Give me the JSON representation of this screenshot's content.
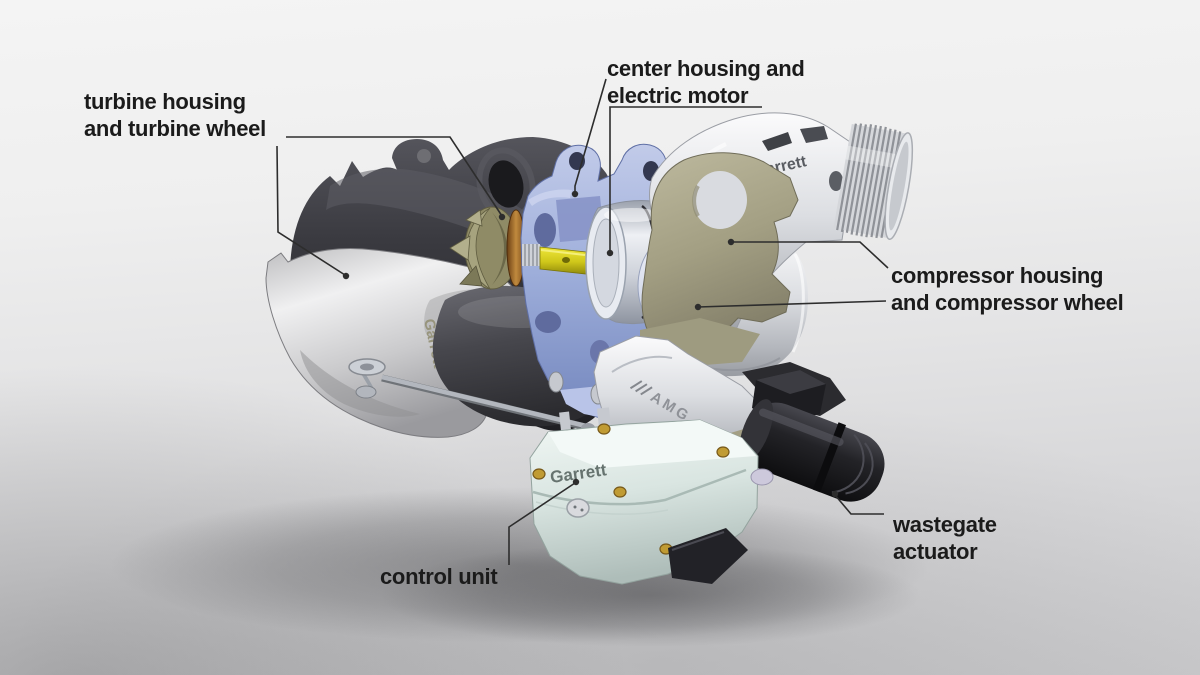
{
  "diagram": {
    "subject": "electric exhaust gas turbocharger cutaway"
  },
  "labels": {
    "turbine": {
      "line1": "turbine housing",
      "line2": "and turbine wheel"
    },
    "center_housing": {
      "line1": "center housing and",
      "line2": "electric motor"
    },
    "compressor": {
      "line1": "compressor housing",
      "line2": "and compressor wheel"
    },
    "wastegate": {
      "line1": "wastegate",
      "line2": "actuator"
    },
    "control_unit": {
      "line1": "control unit"
    }
  },
  "branding": {
    "garrett_compressor_housing": "Garrett",
    "garrett_control_unit": "Garrett",
    "garrett_turbine_housing": "Garrett",
    "amg": "AMG"
  },
  "colors": {
    "label_text": "#1b1b1b",
    "leader_line": "#2d2d2d",
    "turbine_housing_dark": "#313135",
    "turbine_housing_cut_silver": "#d7d7d9",
    "turbine_wheel_olive": "#8f8b66",
    "turbine_disc_bronze": "#9c6526",
    "center_housing_blue": "#9fafdb",
    "shaft_yellow": "#d6ce20",
    "motor_silver": "#ccd1da",
    "compressor_wheel_pale_blue": "#dde3ef",
    "compressor_housing_silver": "#e4e6ea",
    "cut_face_khaki": "#a9a58a",
    "bracket_silver": "#e8eaed",
    "wastegate_black": "#1a1a1d",
    "control_unit_mint": "#dfe9e5",
    "bolt_gold": "#bd9831"
  }
}
